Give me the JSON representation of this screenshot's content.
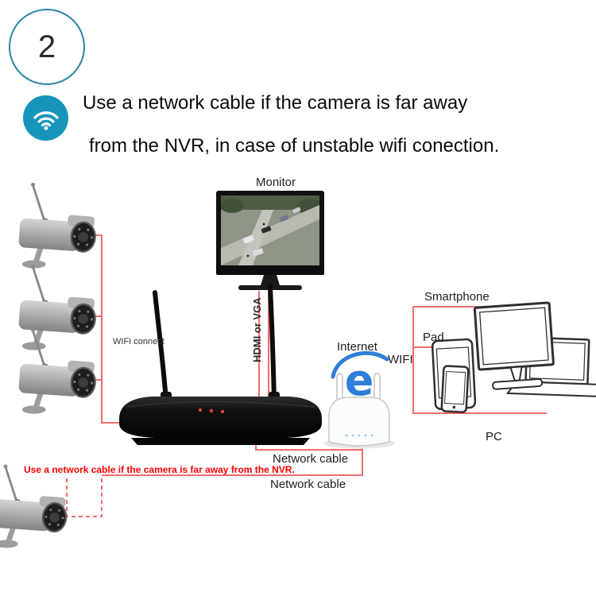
{
  "step_badge": {
    "number": "2"
  },
  "instruction": {
    "line1": "Use a network cable if the camera is far away",
    "line2": "from the NVR, in case of unstable wifi conection."
  },
  "diagram": {
    "labels": {
      "monitor": "Monitor",
      "hdmi_or_vga": "HDMI or VGA",
      "wifi_connect": "WIFI connect",
      "internet": "Internet",
      "wifi": "WIFI",
      "smartphone": "Smartphone",
      "pad": "Pad",
      "pc": "PC",
      "network_cable_top": "Network cable",
      "network_cable_bottom": "Network cable",
      "red_note": "Use a network cable if the camera is far away from the NVR.",
      "ie_letter": "e"
    },
    "icons": {
      "wifi_badge": "wifi-icon",
      "internet_logo": "internet-explorer-icon"
    },
    "colors": {
      "badge_teal": "#1695ba",
      "circle_border": "#2a84a4",
      "connection_red": "#f26c6c",
      "note_red": "#ff0000",
      "ie_blue": "#2f7ed8"
    }
  }
}
